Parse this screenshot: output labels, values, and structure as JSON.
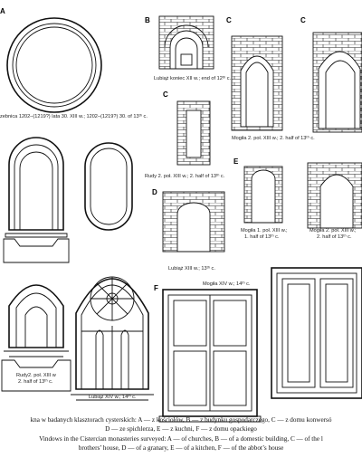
{
  "letters": {
    "a": "A",
    "b": "B",
    "c1": "C",
    "c2": "C",
    "d": "D",
    "e": "E",
    "c3": "C",
    "f": "F"
  },
  "labels": {
    "a_circle": "zebnica 1202–(1219?) lata 30. XIII w.; 1202–(1219?) 30. of 13ᵗʰ c.",
    "b_lubiaz": "Lubiąż koniec XII w.; end of 12ᵗʰ c.",
    "c_mogila": "Mogiła 2. poł. XIII w.; 2. half of 13ᵗʰ c.",
    "c_rudy": "Rudy 2. poł. XIII w.; 2. half of 13ᵗʰ c.",
    "d_lubiaz": "Lubiąż XIII w.; 13ᵗʰ c.",
    "e_mogila_1": "Mogiła 1. poł. XIII w.;",
    "e_mogila_2": "1. half of 13ᵗʰ c.",
    "c_mogila2_1": "Mogiła 2. poł. XIII w.;",
    "c_mogila2_2": "2. half of 13ᵗʰ c.",
    "a_rudy_1": "Rudy2. poł. XIII w",
    "a_rudy_2": "2. half of 13ᵗʰ c.",
    "a_lubiaz": "Lubiąż XIV w.; 14ᵗʰ c.",
    "f_mogila": "Mogiła XIV w.; 14ᵗʰ c."
  },
  "caption": {
    "pl_line1": "kna w badanych klasztorach cysterskich: A — z kościołów, B — z budynku gospodarczego, C — z domu konwersó",
    "pl_line2": "D — ze spichlerza, E — z kuchni, F — z domu opackiego",
    "en_line1": "Vindows in the Cistercian monasteries surveyed: A — of churches, B — of a domestic building, C — of the l",
    "en_line2": "brothers’ house, D — of a granary, E — of a kitchen, F — of the abbot’s house"
  }
}
